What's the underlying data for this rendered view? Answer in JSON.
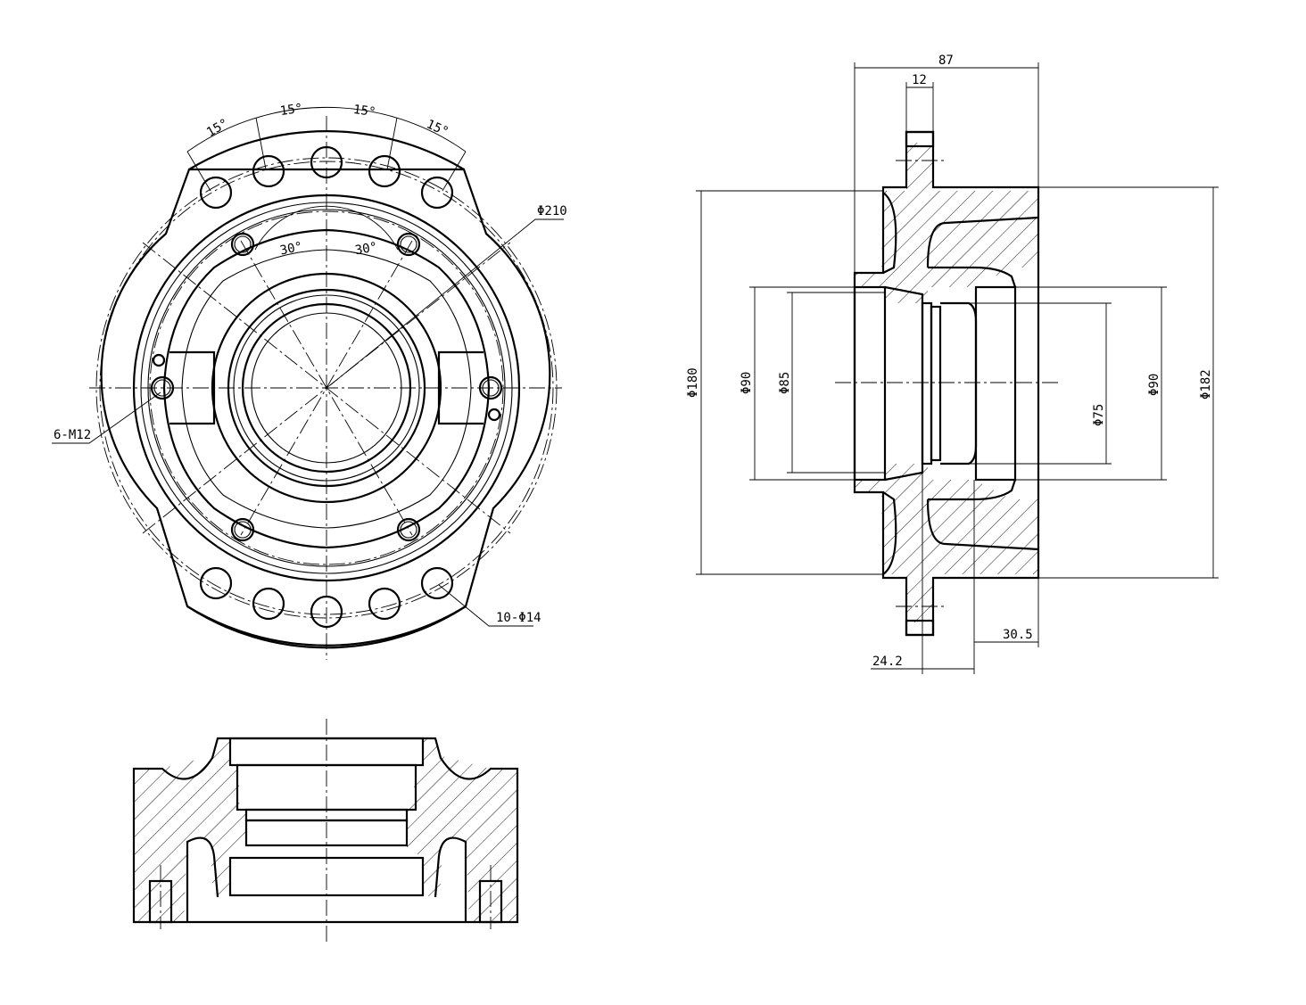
{
  "drawing": {
    "front_view": {
      "angles": [
        "15°",
        "15°",
        "15°",
        "15°",
        "30°",
        "30°"
      ],
      "pcd_label": "Φ210",
      "thread_label": "6-M12",
      "bolt_label": "10-Φ14"
    },
    "side_view": {
      "dims": {
        "width": "87",
        "flange": "12",
        "d180": "Φ180",
        "d90_left": "Φ90",
        "d85": "Φ85",
        "d75": "Φ75",
        "d90_right": "Φ90",
        "d182": "Φ182",
        "offset_right": "30.5",
        "offset_left": "24.2"
      }
    }
  }
}
